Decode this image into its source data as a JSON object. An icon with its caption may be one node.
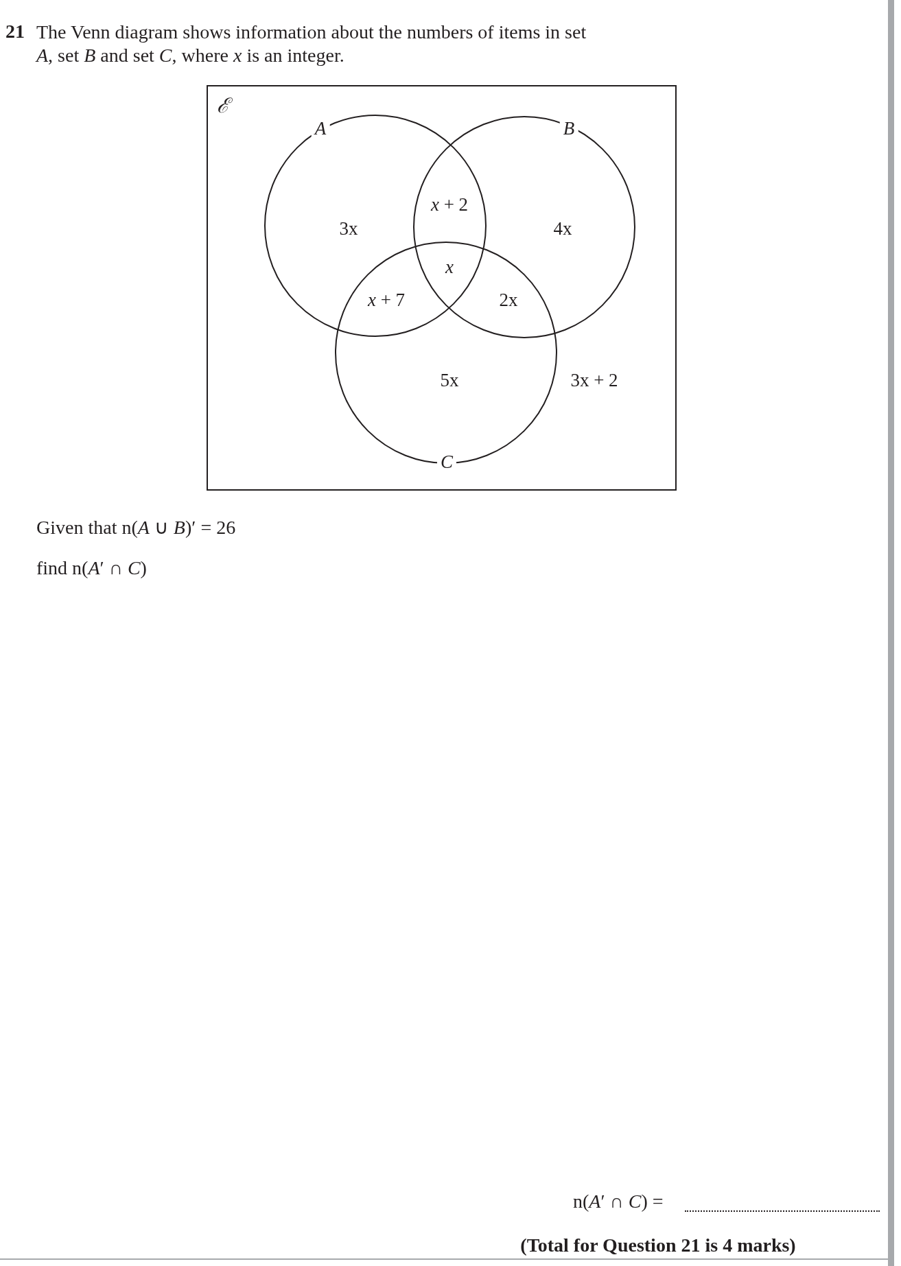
{
  "diagram": {
    "nodes": [
      {
        "text": [
          "ℰ"
        ]
      },
      {
        "text": [
          "*A*"
        ],
        "in": 0
      },
      {
        "text": [
          "*B*"
        ],
        "in": 0
      },
      {
        "text": [
          "*C*"
        ],
        "in": 0
      }
    ],
    "labels": [
      "21",
      "The Venn diagram shows information about the numbers of items in set *A*, set *B* and set *C*, where *x* is an integer.",
      "3x",
      "*x* + 2",
      "4x",
      "*x*",
      "*x* + 7",
      "2x",
      "5x",
      "3x + 2",
      "Given that n(*A* ∪ *B*)′ = 26",
      "find n(*A*′ ∩ *C*)",
      "n(*A*′ ∩ *C*) =",
      "(Total for Question 21 is 4 marks)"
    ]
  }
}
